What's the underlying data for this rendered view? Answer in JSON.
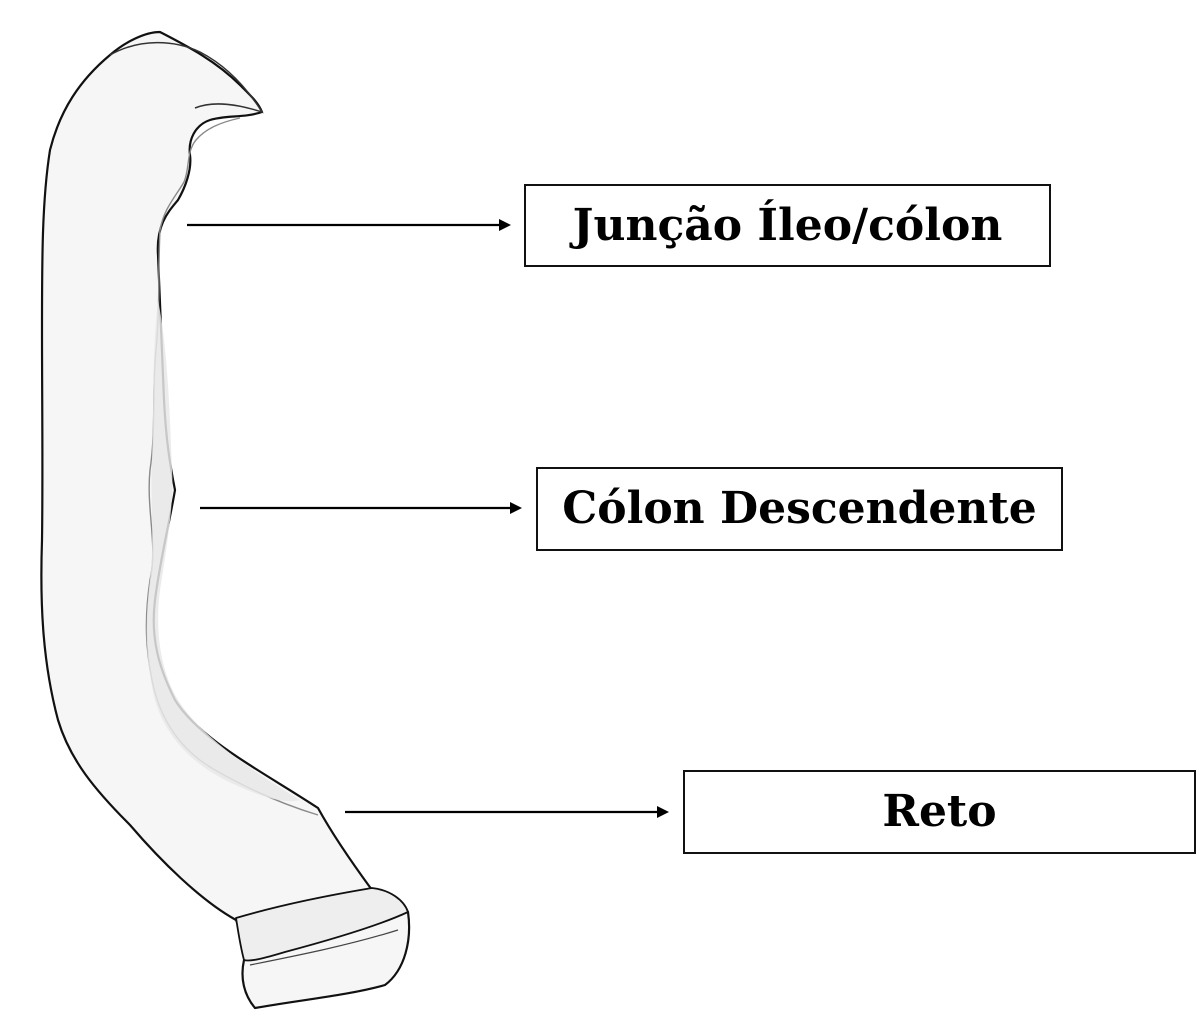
{
  "diagram": {
    "labels": {
      "ileo_colon": "Junção Íleo/cólon",
      "colon_descendente": "Cólon Descendente",
      "reto": "Reto"
    },
    "colors": {
      "outline": "#111111",
      "tissue_fill": "#f6f6f6",
      "tissue_shadow": "#e7e7e7",
      "text": "#000000"
    }
  }
}
